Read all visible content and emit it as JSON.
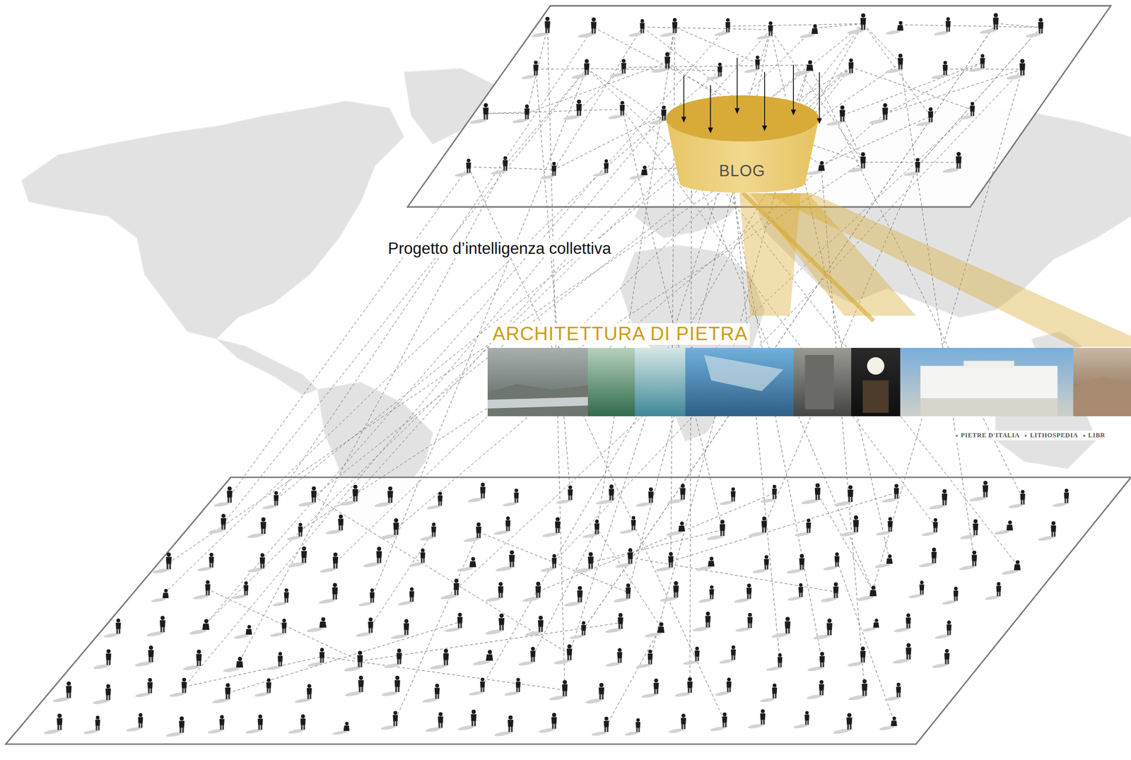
{
  "diagram": {
    "nodes": [
      {
        "text": [
          "BLOG"
        ]
      },
      {
        "text": [
          "ARCHITETTURA DI PIETRA"
        ]
      }
    ],
    "edges": [
      {
        "from": 0,
        "to": 1,
        "arrow": "none"
      }
    ],
    "labels": [
      "Progetto d’intelligenza collettiva",
      "PIETRE D'ITALIA",
      "LITHOSPEDIA",
      "LIBR"
    ]
  }
}
